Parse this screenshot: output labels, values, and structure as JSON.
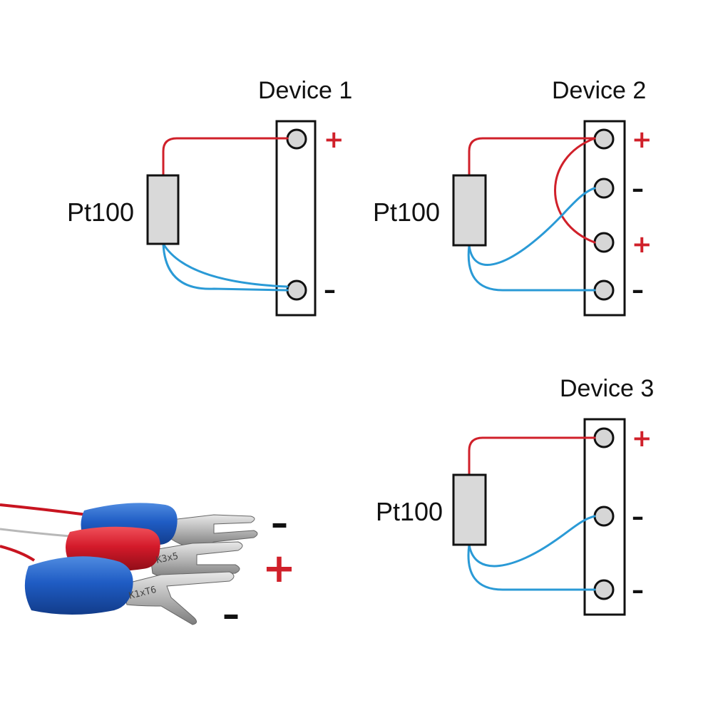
{
  "colors": {
    "positive": "#d0202a",
    "negative": "#2a9ad6",
    "outline": "#111111",
    "fill": "#d9d9d9"
  },
  "devices": [
    {
      "title": "Device 1",
      "sensor": "Pt100",
      "terminals": [
        "+",
        "–"
      ]
    },
    {
      "title": "Device 2",
      "sensor": "Pt100",
      "terminals": [
        "+",
        "–",
        "+",
        "–"
      ]
    },
    {
      "title": "Device 3",
      "sensor": "Pt100",
      "terminals": [
        "+",
        "–",
        "–"
      ]
    }
  ],
  "photo": {
    "terminals": [
      "–",
      "+",
      "–"
    ],
    "connector_colors": [
      "blue",
      "red",
      "blue"
    ]
  }
}
